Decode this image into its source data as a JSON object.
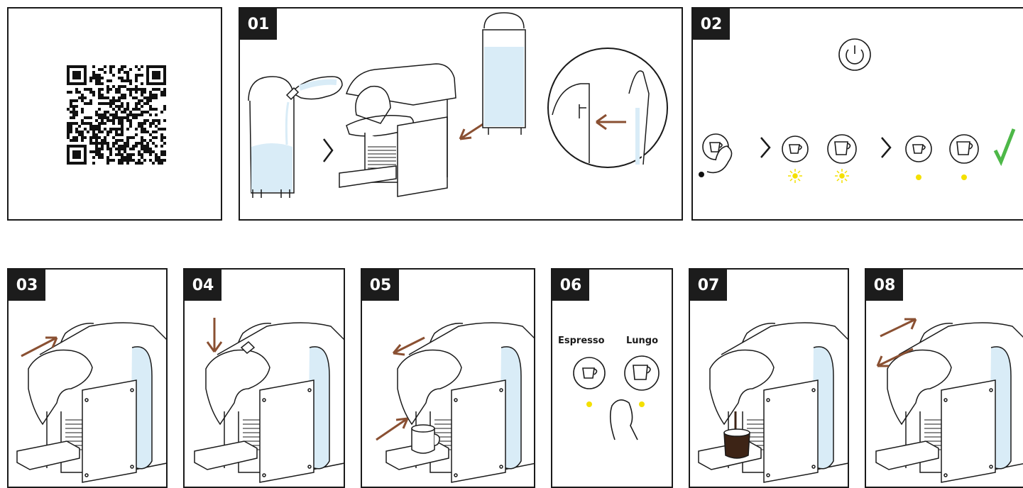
{
  "steps": {
    "s01": "01",
    "s02": "02",
    "s03": "03",
    "s04": "04",
    "s05": "05",
    "s06": "06",
    "s07": "07",
    "s08": "08"
  },
  "buttons": {
    "espresso": "Espresso",
    "lungo": "Lungo"
  },
  "colors": {
    "arrow": "#8a5032",
    "water": "#d9ecf7",
    "indicator": "#f4e000",
    "check": "#4db848",
    "coffee": "#3d2416",
    "badge": "#1c1c1c"
  }
}
